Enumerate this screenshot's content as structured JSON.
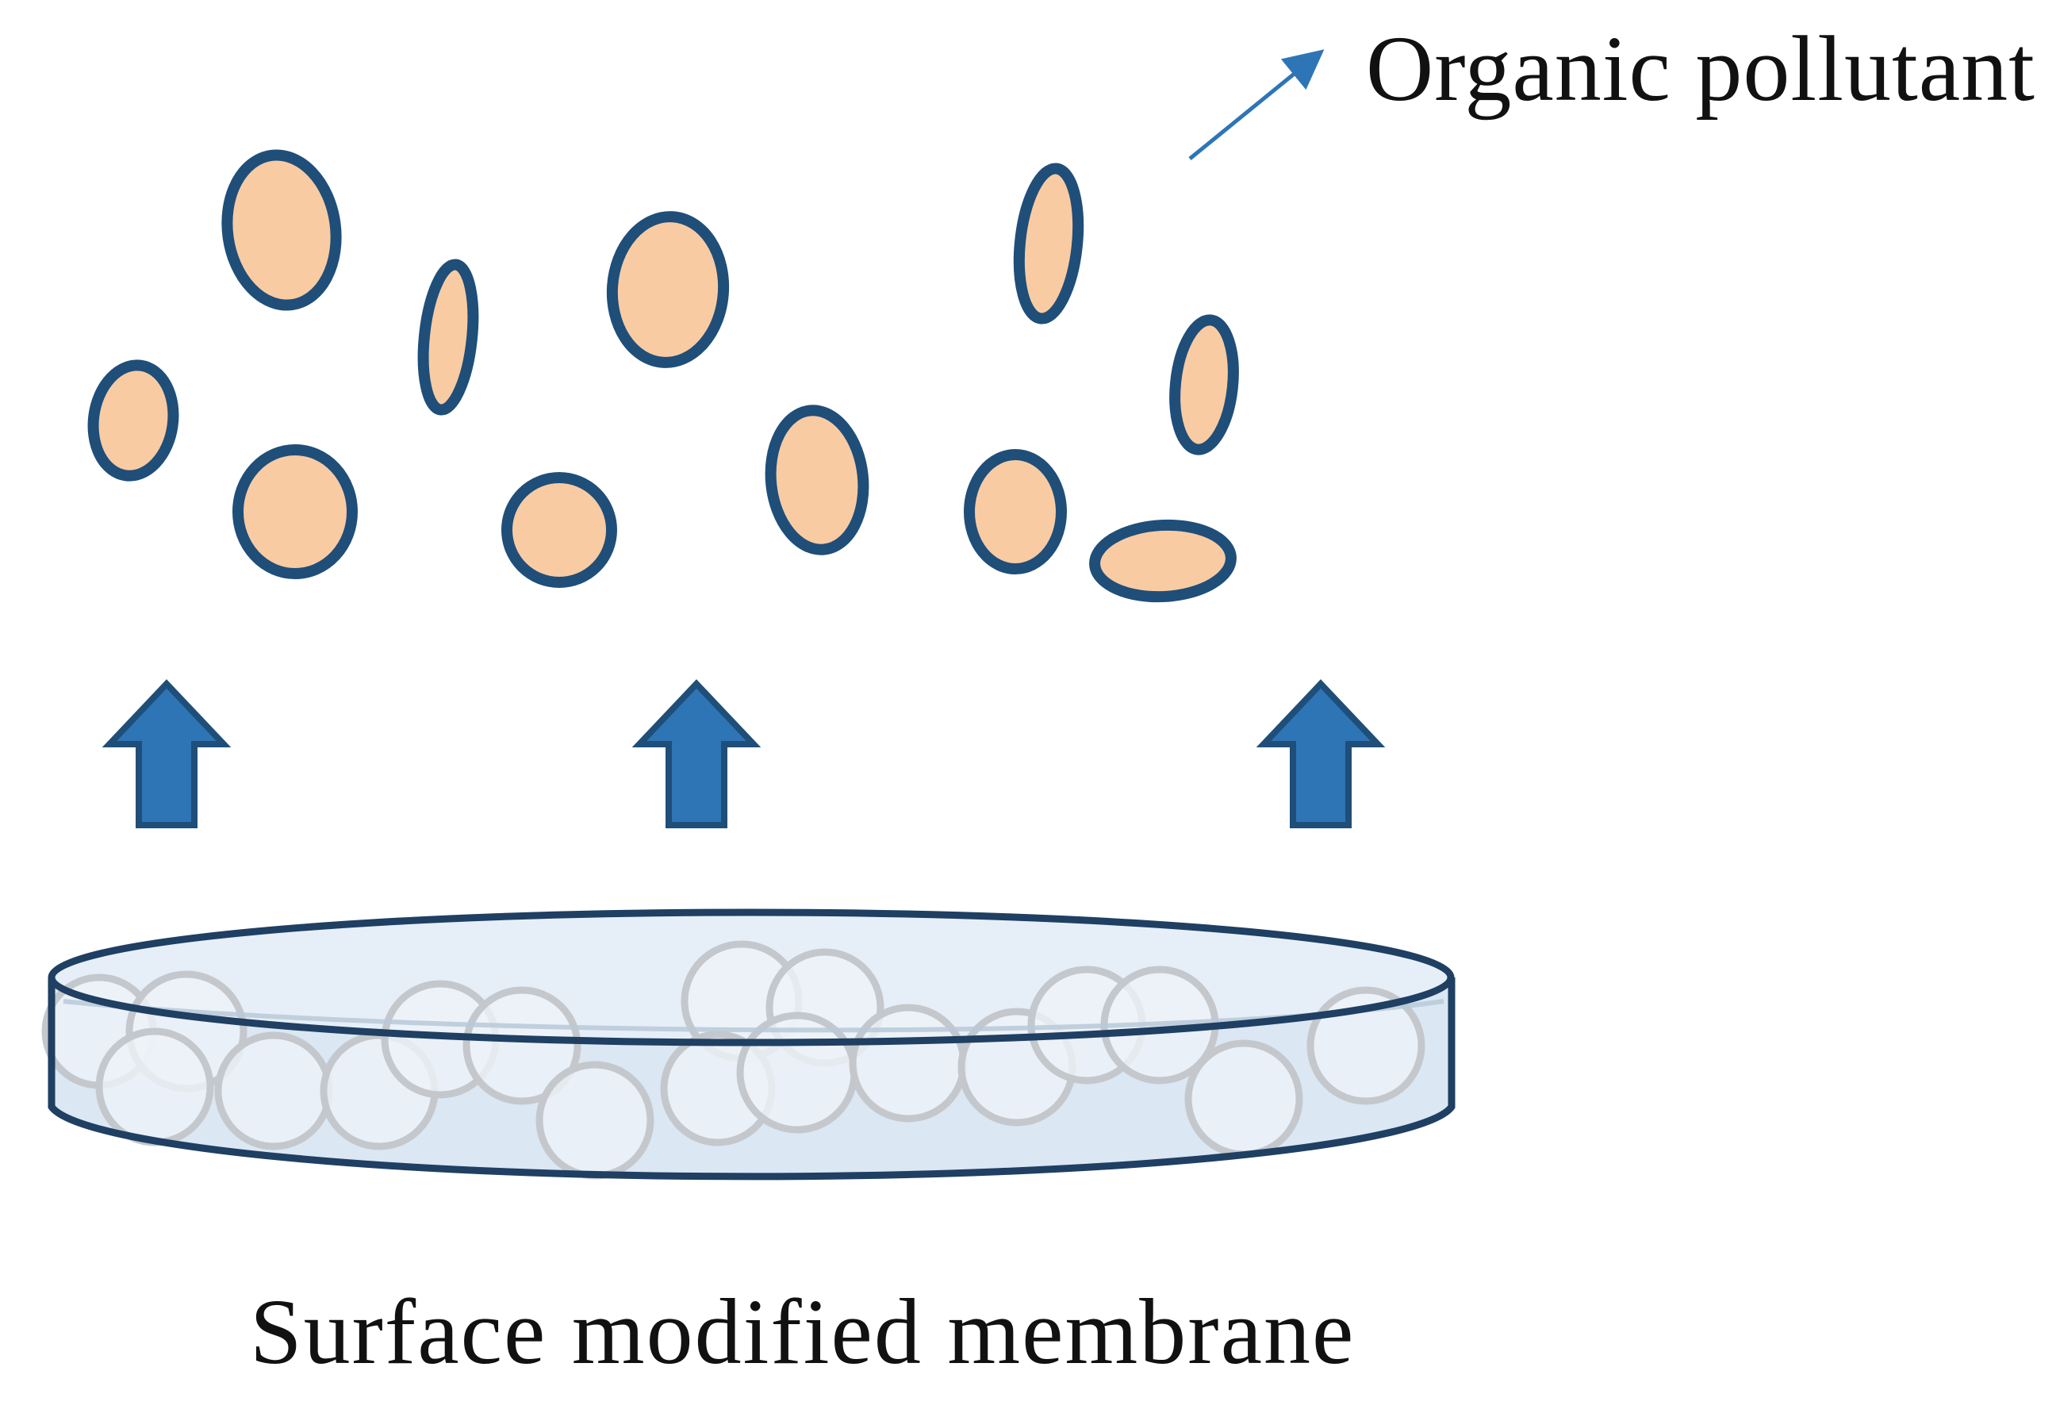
{
  "labels": {
    "pollutant": "Organic pollutant",
    "membrane": "Surface modified membrane"
  },
  "colors": {
    "particle_fill": "#f9cba3",
    "particle_outline": "#1f4e79",
    "arrow_fill": "#2e75b6",
    "arrow_outline": "#1f4e79",
    "dish_fill": "#dbe7f3",
    "dish_outline": "#1f3f63",
    "bead_outline": "#c4c8cc",
    "bead_fill": "#eef3f8",
    "pointer_arrow": "#2e75b6"
  },
  "icons": {
    "particles": "organic-pollutant-particle",
    "arrows": "upward-block-arrow",
    "membrane": "membrane-dish-with-beads"
  }
}
